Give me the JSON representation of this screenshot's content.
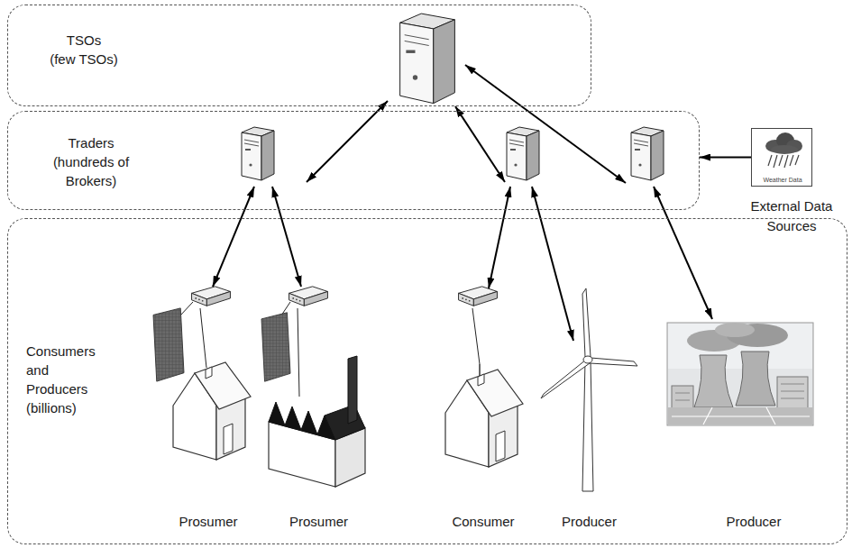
{
  "diagram": {
    "nodes": [
      {
        "text": [
          "TSOs (few TSOs)"
        ]
      },
      {
        "text": [
          "Traders (hundreds of Brokers)"
        ]
      },
      {
        "text": [
          "Weather Data",
          "External Data Sources"
        ]
      },
      {
        "text": [
          "Consumers and Producers (billions)"
        ]
      },
      {
        "text": [
          "Prosumer"
        ],
        "in": 3
      },
      {
        "text": [
          "Prosumer"
        ],
        "in": 3
      },
      {
        "text": [
          "Consumer"
        ],
        "in": 3
      },
      {
        "text": [
          "Producer"
        ],
        "in": 3
      },
      {
        "text": [
          "Producer"
        ],
        "in": 3
      }
    ],
    "edges": [
      {
        "from": 2,
        "to": 1,
        "arrow": "to"
      }
    ]
  }
}
